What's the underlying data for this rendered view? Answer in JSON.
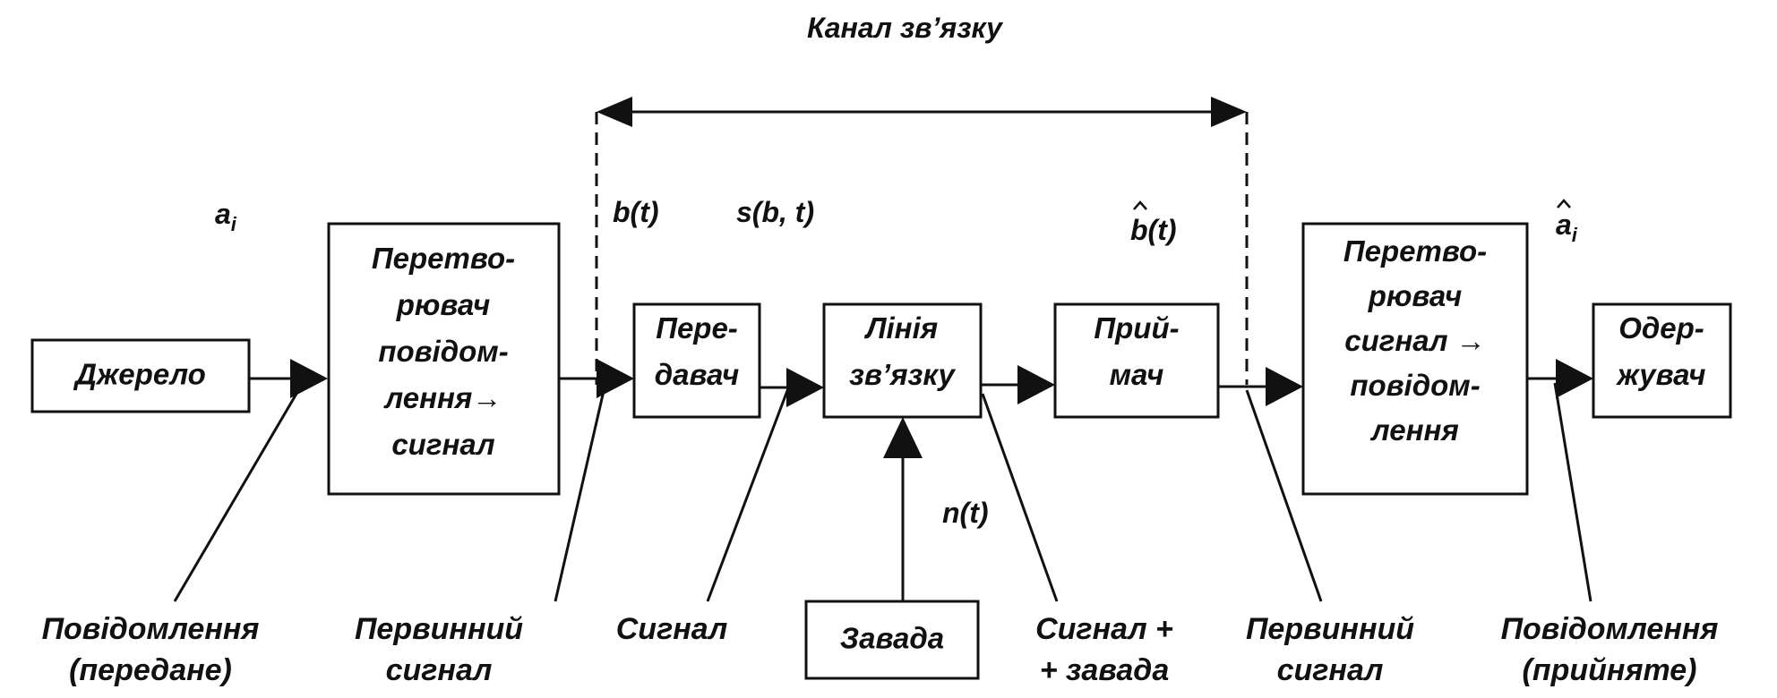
{
  "title": "Канал зв’язку",
  "blocks": {
    "source": [
      "Джерело"
    ],
    "msg_to_signal": [
      "Перетво-",
      "рювач",
      "повідом-",
      "лення→",
      "сигнал"
    ],
    "transmitter": [
      "Пере-",
      "давач"
    ],
    "line": [
      "Лінія",
      "зв’язку"
    ],
    "receiver": [
      "Прий-",
      "мач"
    ],
    "signal_to_msg": [
      "Перетво-",
      "рювач",
      "сигнал →",
      "повідом-",
      "лення"
    ],
    "sink": [
      "Одер-",
      "жувач"
    ],
    "noise": [
      "Завада"
    ]
  },
  "symbols": {
    "a_i": "a",
    "a_i_sub": "i",
    "b_t": "b(t)",
    "s_bt": "s(b, t)",
    "b_hat_t": "b(t)",
    "n_t": "n(t)",
    "a_hat_i": "a",
    "a_hat_i_sub": "i"
  },
  "captions": {
    "message_sent": [
      "Повідомлення",
      "(передане)"
    ],
    "primary_signal_1": [
      "Первинний",
      "сигнал"
    ],
    "signal": [
      "Сигнал"
    ],
    "signal_noise": [
      "Сигнал +",
      "+ завада"
    ],
    "primary_signal_2": [
      "Первинний",
      "сигнал"
    ],
    "message_received": [
      "Повідомлення",
      "(прийняте)"
    ]
  }
}
